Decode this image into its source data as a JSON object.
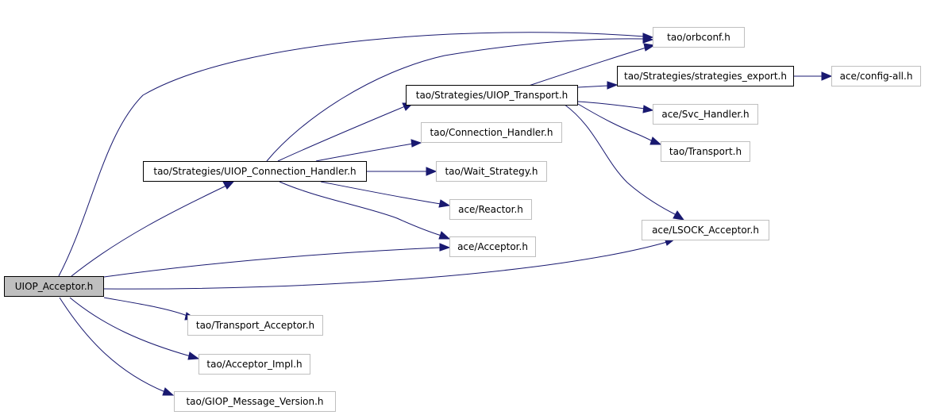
{
  "colors": {
    "edge": "#191970",
    "root_fill": "#bfbfbf",
    "external_border": "#bfbfbf",
    "local_border": "#000000"
  },
  "nodes": {
    "uiop_acceptor": "UIOP_Acceptor.h",
    "orbconf": "tao/orbconf.h",
    "uiop_transport": "tao/Strategies/UIOP_Transport.h",
    "strategies_export": "tao/Strategies/strategies_export.h",
    "config_all": "ace/config-all.h",
    "svc_handler": "ace/Svc_Handler.h",
    "connection_handler": "tao/Connection_Handler.h",
    "transport": "tao/Transport.h",
    "uiop_connection_handler": "tao/Strategies/UIOP_Connection_Handler.h",
    "wait_strategy": "tao/Wait_Strategy.h",
    "reactor": "ace/Reactor.h",
    "lsock_acceptor": "ace/LSOCK_Acceptor.h",
    "acceptor": "ace/Acceptor.h",
    "transport_acceptor": "tao/Transport_Acceptor.h",
    "acceptor_impl": "tao/Acceptor_Impl.h",
    "giop_message_version": "tao/GIOP_Message_Version.h"
  }
}
